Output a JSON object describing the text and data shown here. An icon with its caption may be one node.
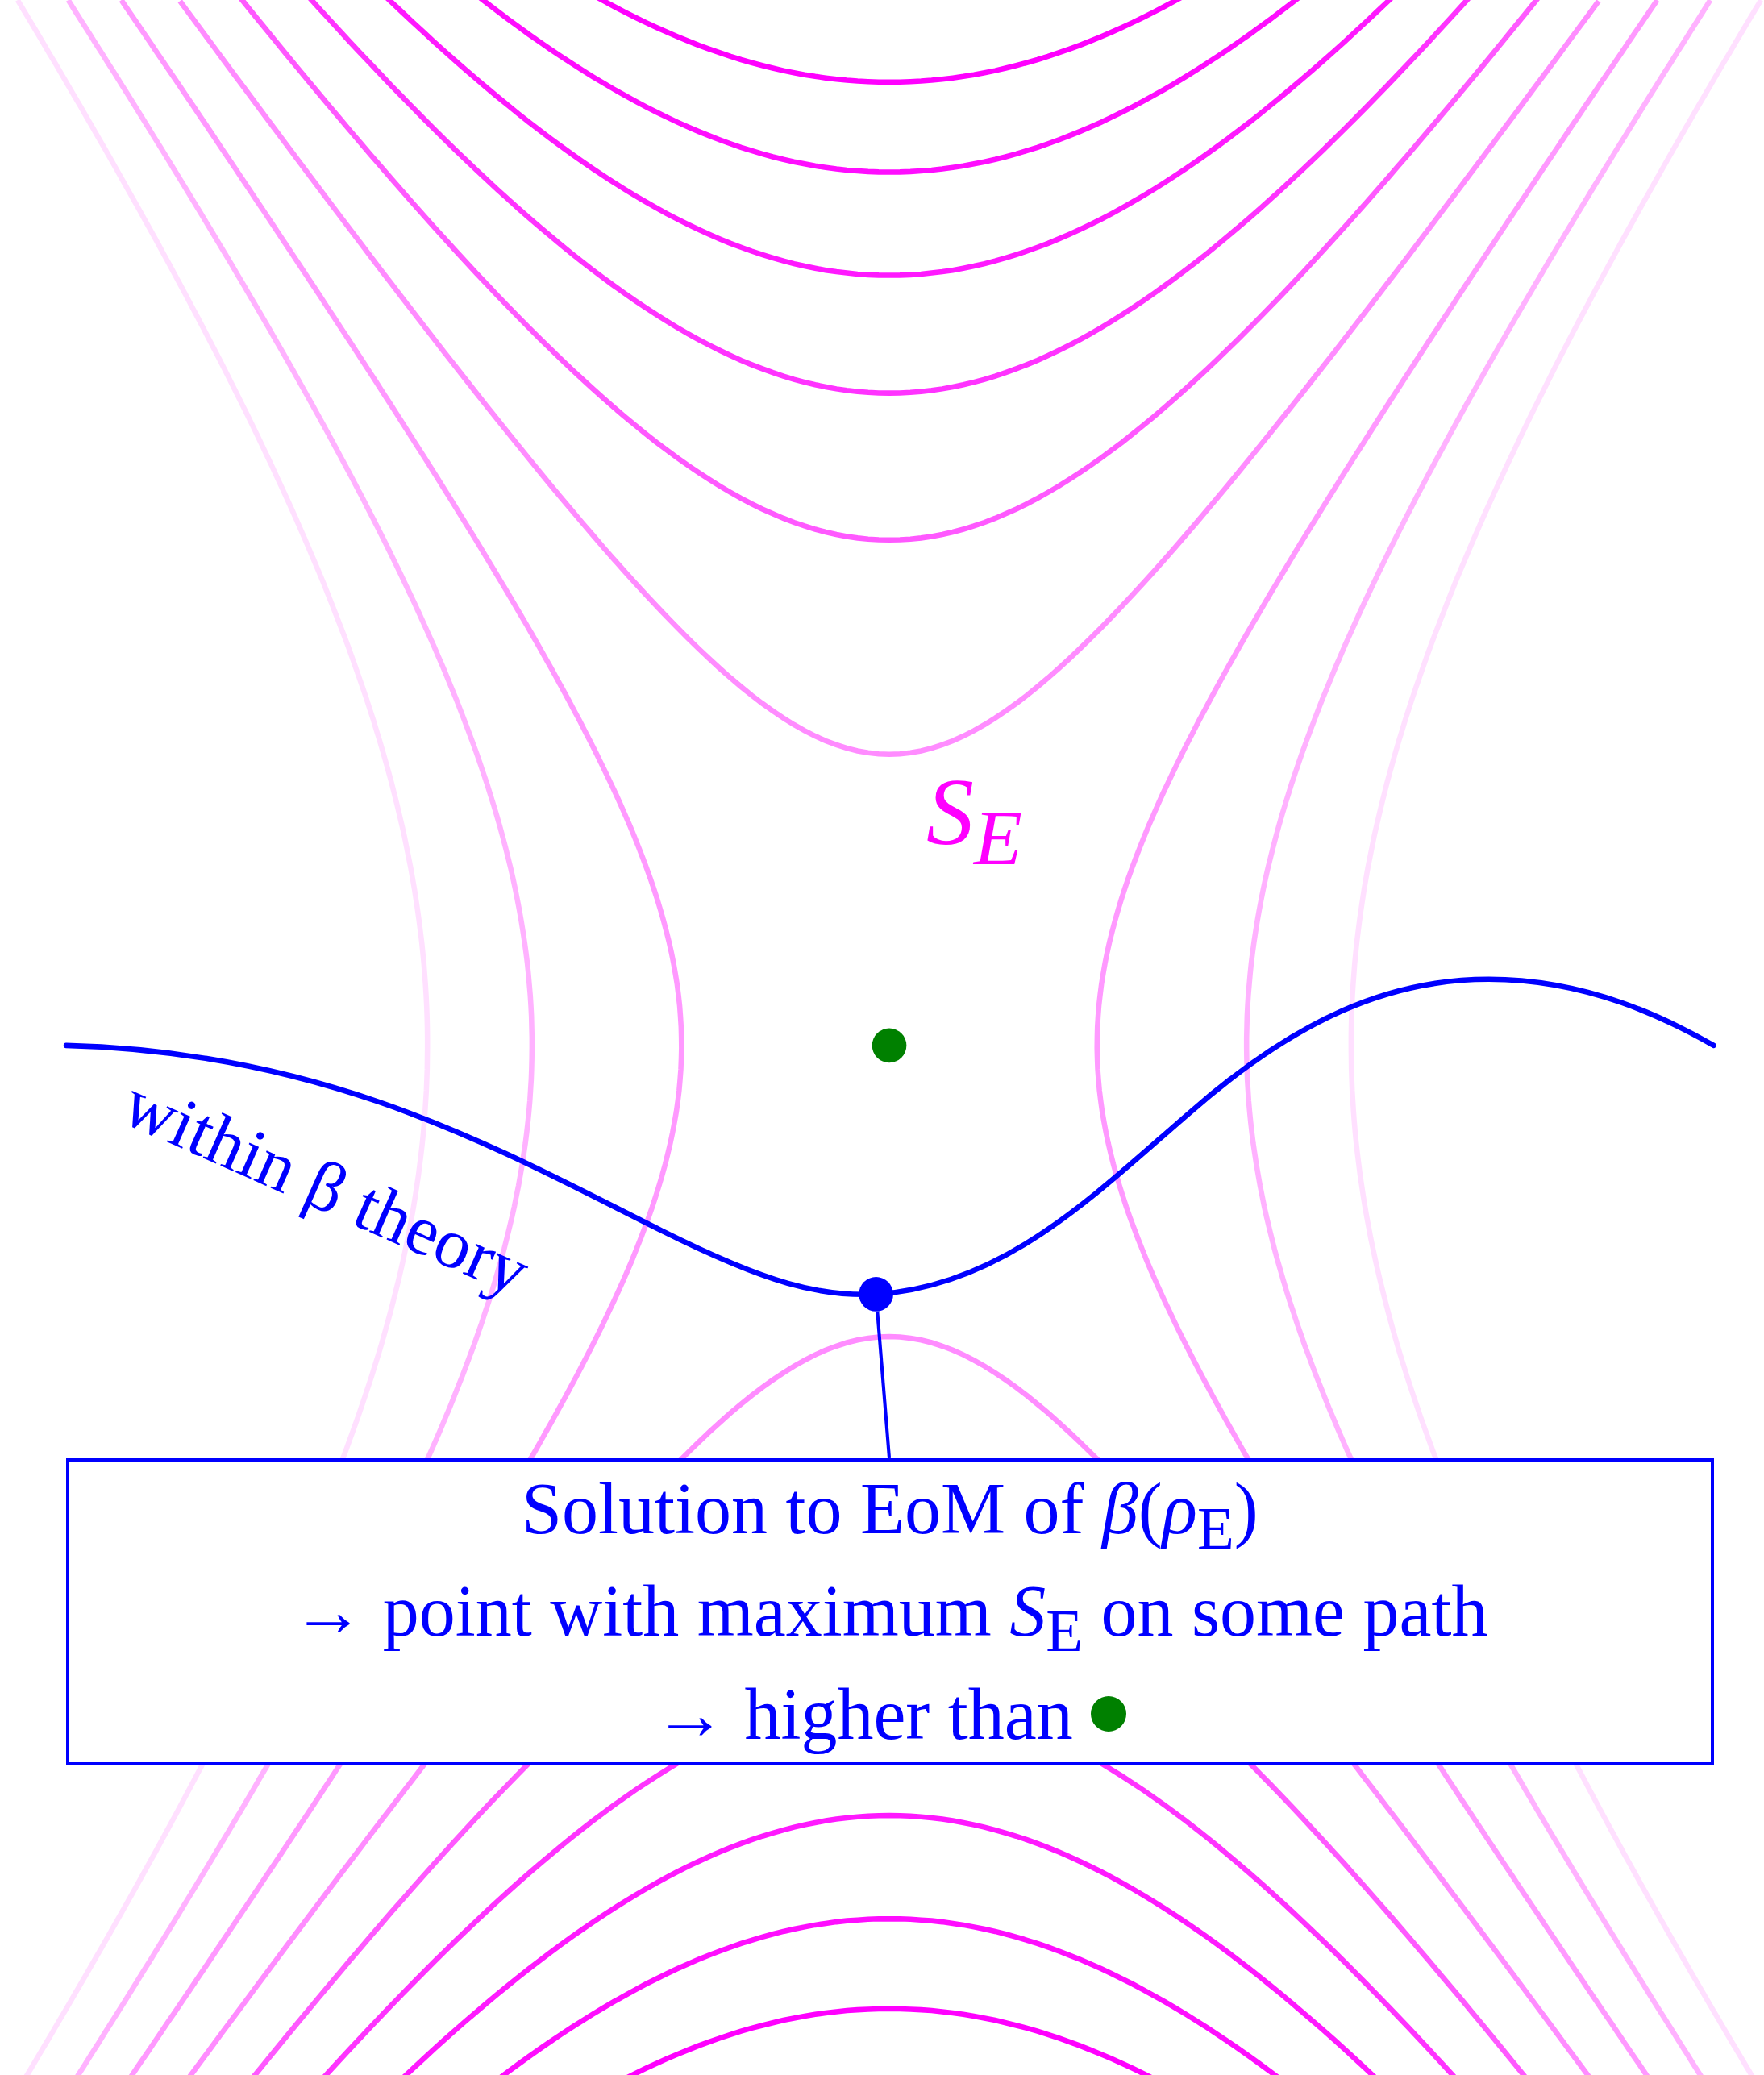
{
  "diagram": {
    "nodes": [
      {
        "text": [
          "Solution to EoM of *β*(*ρ*$_{E}$)",
          "→ point with maximum *S*$_{E}$ on some path",
          "→ higher than"
        ]
      },
      {
        "text": [],
        "shape": "circle"
      }
    ],
    "edges": [
      {
        "from": 0,
        "to": 1,
        "arrow": "none"
      }
    ],
    "labels": [
      "S$_{E}$",
      "within β theory"
    ]
  }
}
